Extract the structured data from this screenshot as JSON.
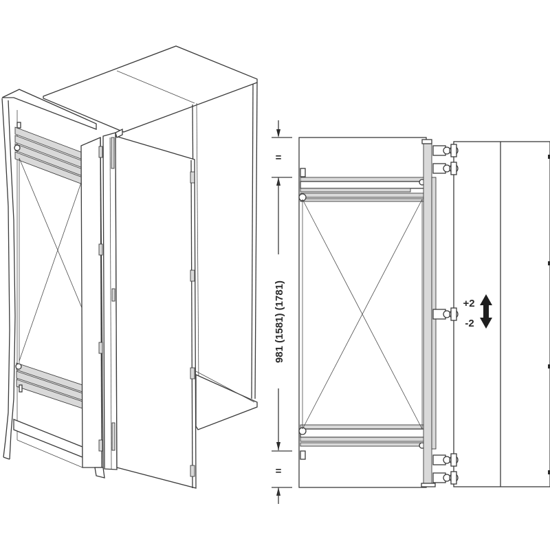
{
  "diagram": {
    "title": "",
    "views": [
      {
        "name": "isometric-view",
        "description": "Tall cabinet with pull-out frame and folding doors"
      },
      {
        "name": "front-elevation-view",
        "description": "Front elevation of frame with hinges and dimensions"
      }
    ],
    "dimensions": {
      "top_gap_label": "=",
      "bottom_gap_label": "=",
      "height_label": "981 (1581) (1781)",
      "adjust_plus": "+2",
      "adjust_minus": "-2"
    },
    "colors": {
      "line": "#3a3a3a",
      "rail_fill": "#d9d9d9",
      "text": "#2a2a2a",
      "background": "#ffffff"
    }
  }
}
